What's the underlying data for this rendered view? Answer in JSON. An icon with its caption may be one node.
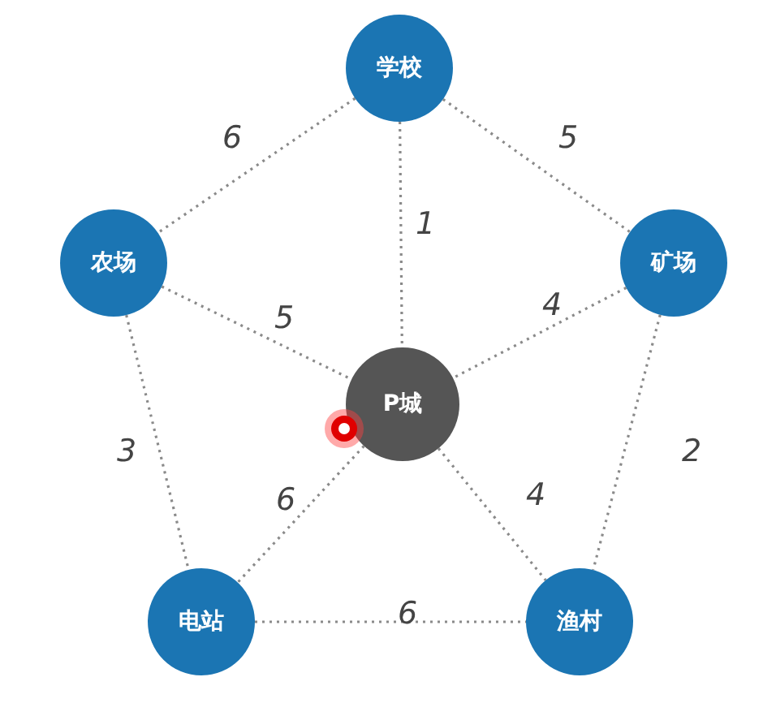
{
  "diagram": {
    "nodes": [
      {
        "text": [
          "学校"
        ]
      },
      {
        "text": [
          "农场"
        ]
      },
      {
        "text": [
          "矿场"
        ]
      },
      {
        "text": [
          "P城"
        ]
      },
      {
        "text": [
          "电站"
        ]
      },
      {
        "text": [
          "渔村"
        ]
      }
    ],
    "edges": [
      {
        "from": 0,
        "to": 1,
        "arrow": "none",
        "label": "6"
      },
      {
        "from": 0,
        "to": 2,
        "arrow": "none",
        "label": "5"
      },
      {
        "from": 0,
        "to": 3,
        "arrow": "none",
        "label": "1"
      },
      {
        "from": 1,
        "to": 3,
        "arrow": "none",
        "label": "5"
      },
      {
        "from": 2,
        "to": 3,
        "arrow": "none",
        "label": "4"
      },
      {
        "from": 1,
        "to": 4,
        "arrow": "none",
        "label": "3"
      },
      {
        "from": 2,
        "to": 5,
        "arrow": "none",
        "label": "2"
      },
      {
        "from": 3,
        "to": 4,
        "arrow": "none",
        "label": "6"
      },
      {
        "from": 3,
        "to": 5,
        "arrow": "none",
        "label": "4"
      },
      {
        "from": 4,
        "to": 5,
        "arrow": "none",
        "label": "6"
      }
    ]
  }
}
